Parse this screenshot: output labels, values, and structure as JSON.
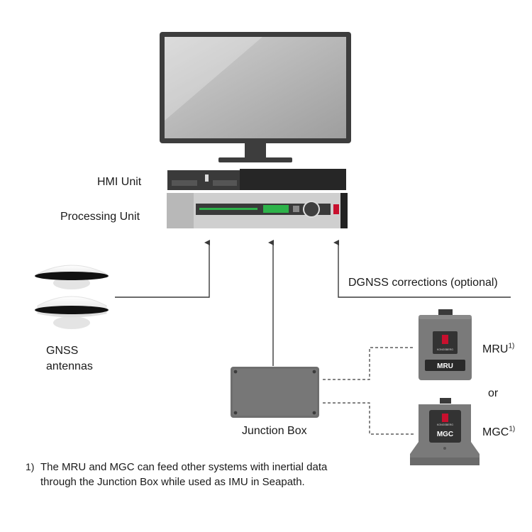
{
  "labels": {
    "hmi_unit": "HMI Unit",
    "processing_unit": "Processing Unit",
    "gnss_antennas_line1": "GNSS",
    "gnss_antennas_line2": "antennas",
    "dgnss": "DGNSS corrections (optional)",
    "junction_box": "Junction Box",
    "mru": "MRU",
    "mgc": "MGC",
    "or": "or",
    "footnote_mark": "1)"
  },
  "device_text": {
    "mru_panel": "MRU",
    "mgc_panel": "MGC",
    "logo_word": "KONGSBERG"
  },
  "footnote": {
    "marker": "1)",
    "line1": "The MRU and MGC can feed other systems with inertial data",
    "line2": "through the Junction Box while used as IMU in Seapath."
  },
  "colors": {
    "line": "#3a3a3a",
    "screen_bezel": "#3d3d3d",
    "display_green": "#2db34a",
    "brand_red": "#c8102e",
    "device_gray": "#7a7a7a",
    "case_light": "#bdbdbd"
  }
}
